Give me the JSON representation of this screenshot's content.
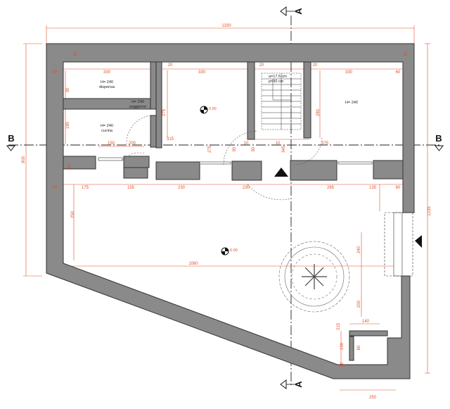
{
  "colors": {
    "wall": "#8a8a8a",
    "wall_stroke": "#333333",
    "dimension": "#e0502a",
    "axis": "#222222"
  },
  "section_marks": {
    "a_top": "A",
    "a_bottom": "A",
    "b_left": "B",
    "b_right": "B"
  },
  "rooms": {
    "dispensa": {
      "height": "H= 240",
      "name": "dispensa"
    },
    "soggiorno": {
      "height": "H= 240",
      "name": "soggiorno"
    },
    "cucina": {
      "height": "H= 240",
      "name": "cucina"
    },
    "east_room": {
      "height": "H= 240"
    }
  },
  "stair": {
    "rise": "a=17.5 cm",
    "tread": "p=30 cm"
  },
  "levels": {
    "upper": "0.00",
    "lower": "0.00"
  },
  "dimensions": {
    "top_total": "1330",
    "right_total": "1235",
    "left_total": "900",
    "bottom_width": "250",
    "top_row": [
      "60",
      "330",
      "20",
      "330",
      "20",
      "",
      "20",
      "330",
      "60"
    ],
    "top_vertical": [
      "60",
      "60"
    ],
    "wall_row": [
      "60",
      "175",
      "155",
      "230",
      "230",
      "265",
      "135",
      "60"
    ],
    "diagonal": "1080",
    "misc": [
      "30",
      "180",
      "275",
      "280",
      "150",
      "200",
      "60",
      "315",
      "275",
      "90",
      "10",
      "90",
      "10",
      "345",
      "375",
      "250",
      "240",
      "200",
      "140",
      "215",
      "100",
      "60",
      "90"
    ]
  }
}
